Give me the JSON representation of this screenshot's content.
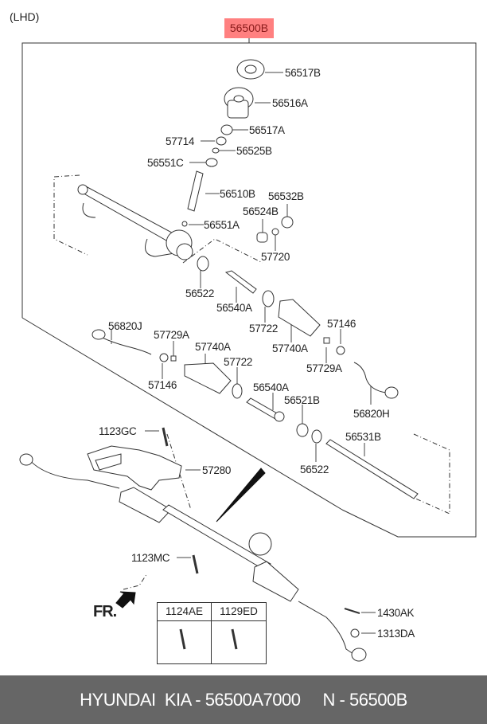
{
  "header": {
    "variant": "(LHD)",
    "assembly_part": "56500B",
    "highlight_color": "#ff8080"
  },
  "parts": [
    {
      "id": "p-56517B-top",
      "label": "56517B"
    },
    {
      "id": "p-56516A",
      "label": "56516A"
    },
    {
      "id": "p-56517A",
      "label": "56517A"
    },
    {
      "id": "p-57714",
      "label": "57714"
    },
    {
      "id": "p-56525B",
      "label": "56525B"
    },
    {
      "id": "p-56551C",
      "label": "56551C"
    },
    {
      "id": "p-56510B",
      "label": "56510B"
    },
    {
      "id": "p-56532B",
      "label": "56532B"
    },
    {
      "id": "p-56524B",
      "label": "56524B"
    },
    {
      "id": "p-56551A",
      "label": "56551A"
    },
    {
      "id": "p-57720",
      "label": "57720"
    },
    {
      "id": "p-56522-a",
      "label": "56522"
    },
    {
      "id": "p-56540A-a",
      "label": "56540A"
    },
    {
      "id": "p-57722-a",
      "label": "57722"
    },
    {
      "id": "p-57740A-a",
      "label": "57740A"
    },
    {
      "id": "p-57146-a",
      "label": "57146"
    },
    {
      "id": "p-57729A-a",
      "label": "57729A"
    },
    {
      "id": "p-56820J",
      "label": "56820J"
    },
    {
      "id": "p-57729A-b",
      "label": "57729A"
    },
    {
      "id": "p-57740A-b",
      "label": "57740A"
    },
    {
      "id": "p-57722-b",
      "label": "57722"
    },
    {
      "id": "p-57146-b",
      "label": "57146"
    },
    {
      "id": "p-56540A-b",
      "label": "56540A"
    },
    {
      "id": "p-56521B",
      "label": "56521B"
    },
    {
      "id": "p-56820H",
      "label": "56820H"
    },
    {
      "id": "p-56531B",
      "label": "56531B"
    },
    {
      "id": "p-56522-b",
      "label": "56522"
    },
    {
      "id": "p-1123GC",
      "label": "1123GC"
    },
    {
      "id": "p-57280",
      "label": "57280"
    },
    {
      "id": "p-1123MC",
      "label": "1123MC"
    },
    {
      "id": "p-1430AK",
      "label": "1430AK"
    },
    {
      "id": "p-1313DA",
      "label": "1313DA"
    }
  ],
  "front_indicator": "FR.",
  "bolt_table": {
    "columns": [
      "1124AE",
      "1129ED"
    ]
  },
  "footer": {
    "brand": "HYUNDAI  KIA",
    "oem_number": "56500A7000",
    "ref_prefix": "N",
    "ref_number": "56500B"
  }
}
